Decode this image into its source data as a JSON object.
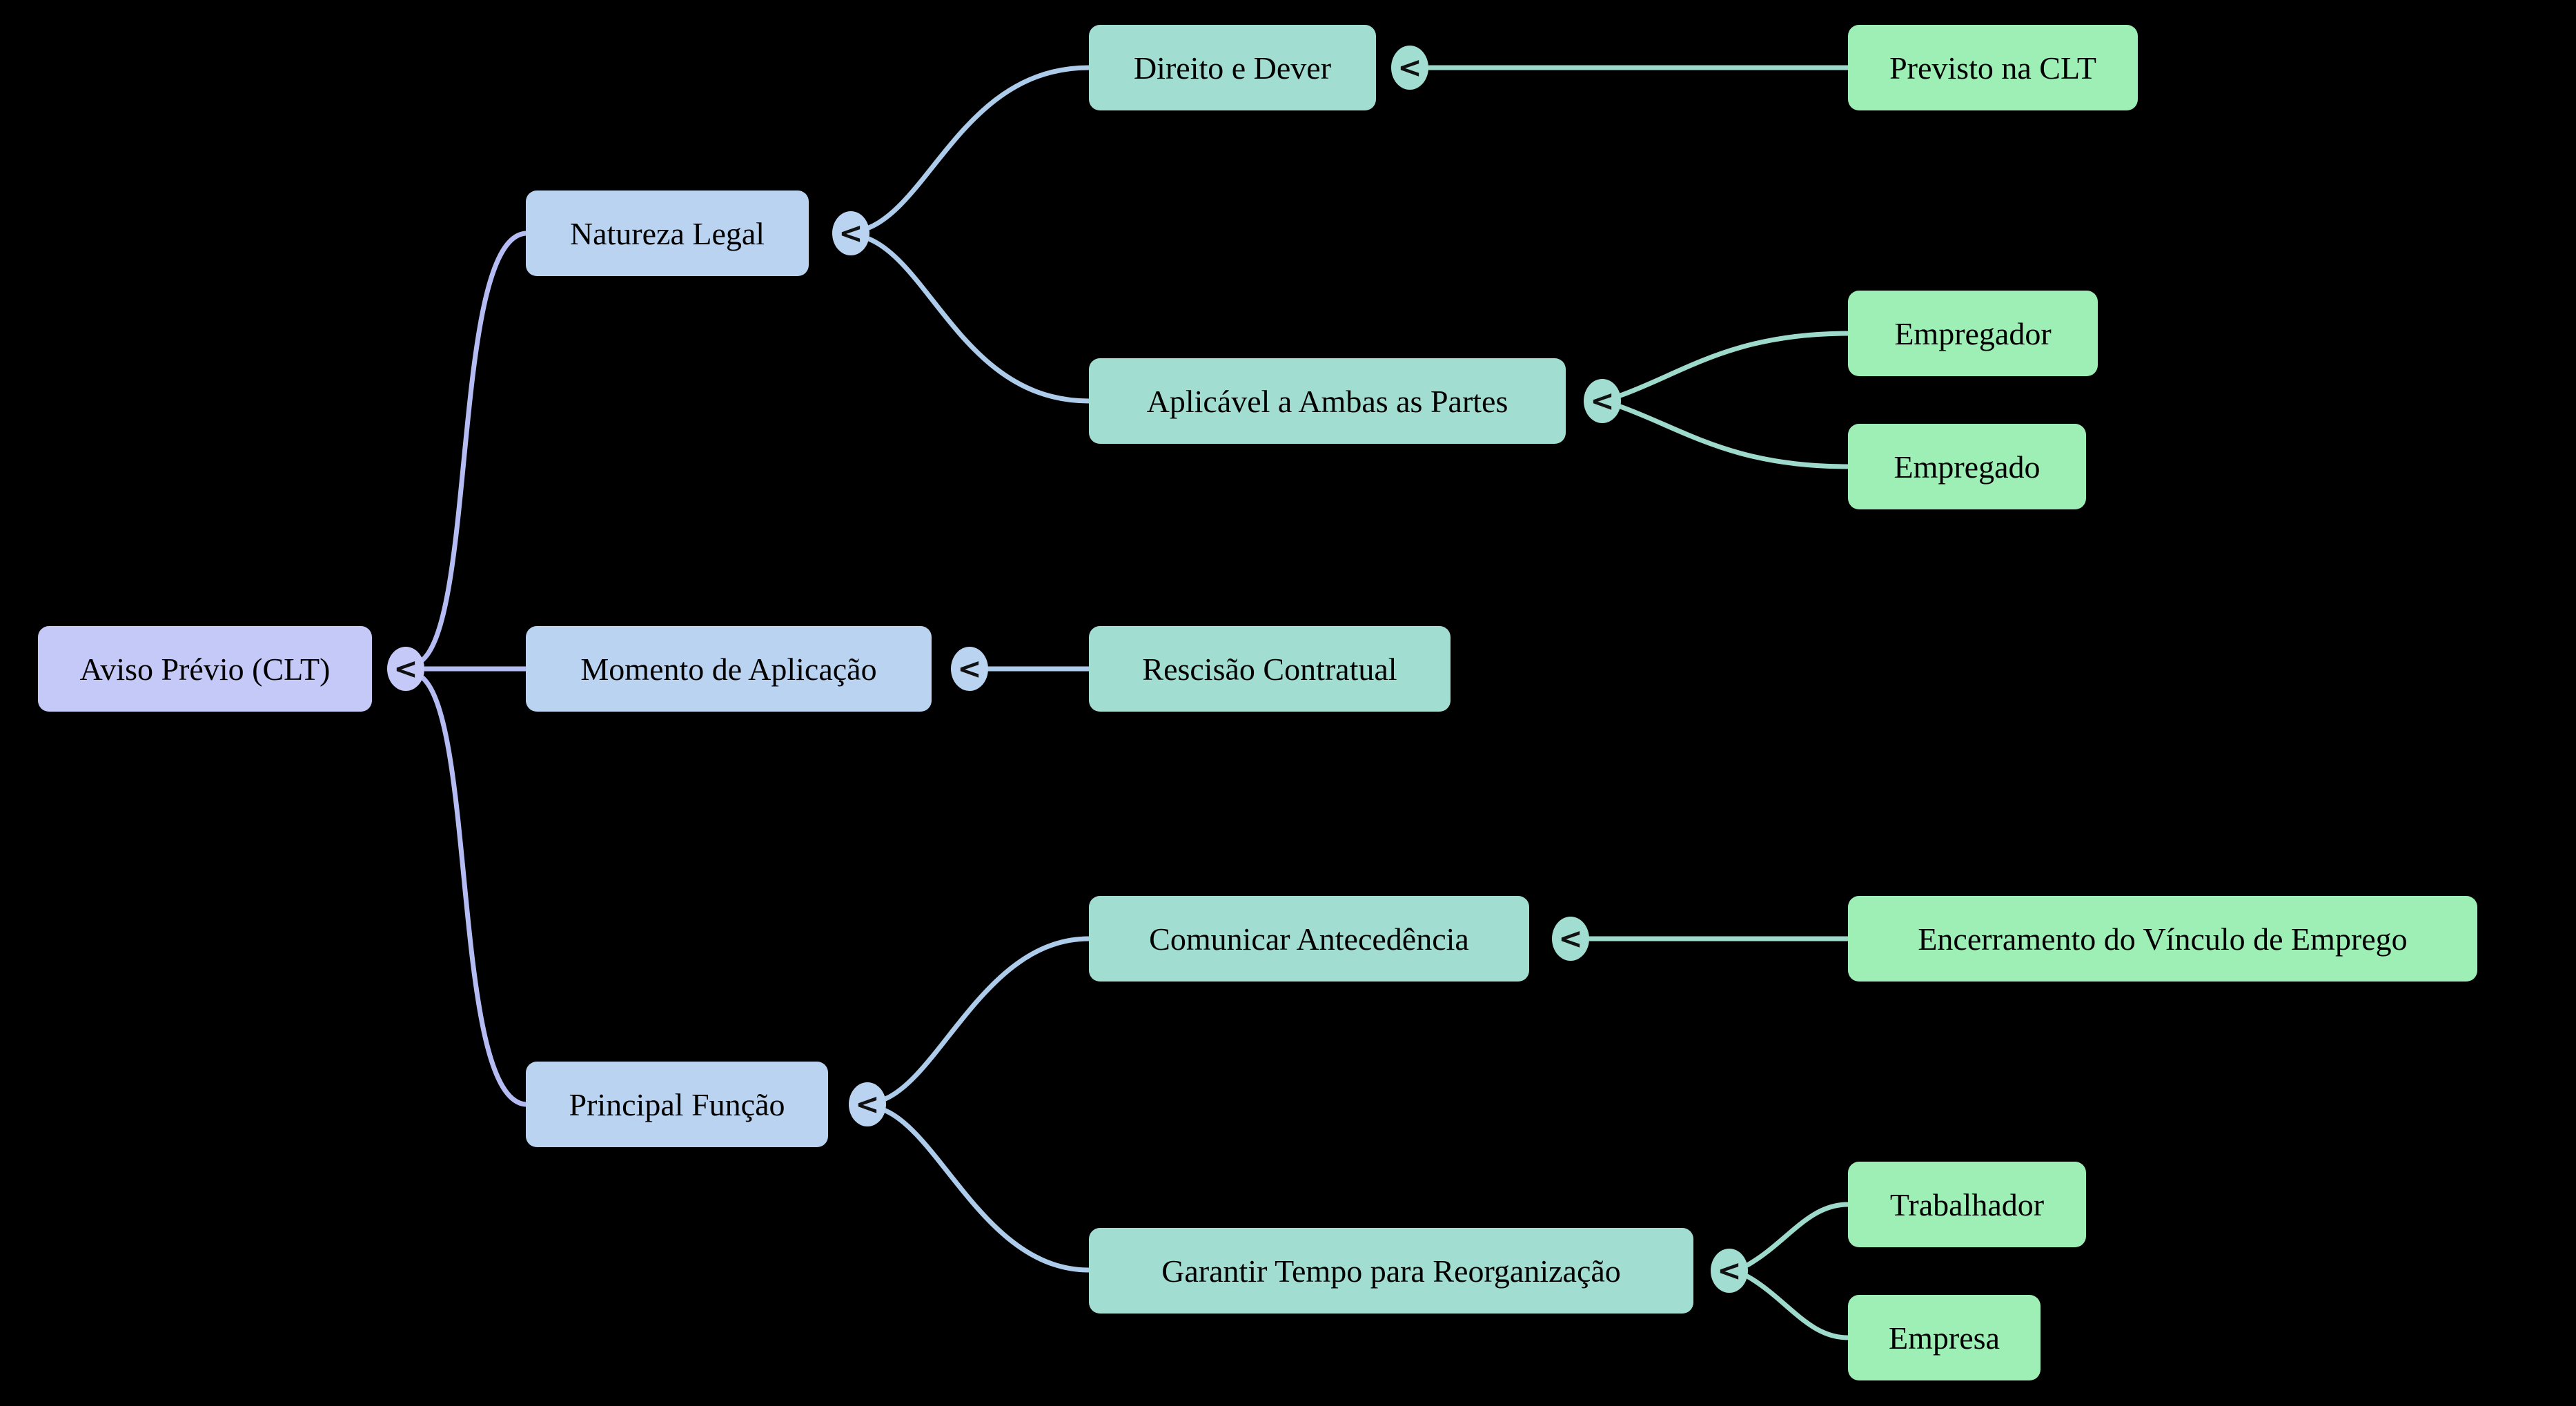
{
  "mindmap": {
    "collapse_glyph": "<",
    "root": {
      "label": "Aviso Prévio (CLT)",
      "children": [
        {
          "label": "Natureza Legal",
          "children": [
            {
              "label": "Direito e Dever",
              "children": [
                {
                  "label": "Previsto na CLT"
                }
              ]
            },
            {
              "label": "Aplicável a Ambas as Partes",
              "children": [
                {
                  "label": "Empregador"
                },
                {
                  "label": "Empregado"
                }
              ]
            }
          ]
        },
        {
          "label": "Momento de Aplicação",
          "children": [
            {
              "label": "Rescisão Contratual"
            }
          ]
        },
        {
          "label": "Principal Função",
          "children": [
            {
              "label": "Comunicar Antecedência",
              "children": [
                {
                  "label": "Encerramento do Vínculo de Emprego"
                }
              ]
            },
            {
              "label": "Garantir Tempo para Reorganização",
              "children": [
                {
                  "label": "Trabalhador"
                },
                {
                  "label": "Empresa"
                }
              ]
            }
          ]
        }
      ]
    },
    "colors": {
      "background": "#000000",
      "text": "#000000",
      "root_node_fill": "#c5c9f8",
      "branch_node_fill": "#b9d3f0",
      "sub_branch_node_fill": "#a2ddd1",
      "leaf_node_fill": "#9defb5",
      "root_edge": "#b5bcf4",
      "branch_edge": "#adcbea",
      "sub_branch_edge": "#9edacb"
    }
  }
}
